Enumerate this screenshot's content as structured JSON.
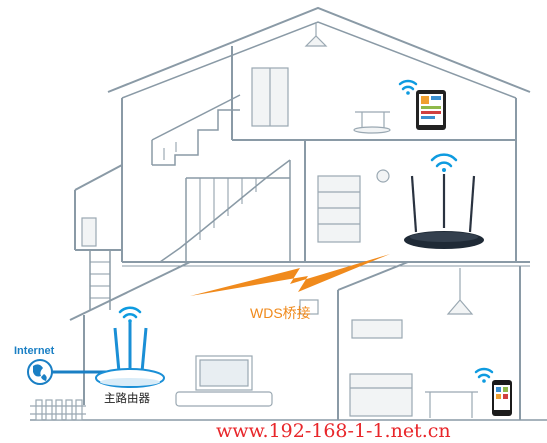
{
  "labels": {
    "internet": "Internet",
    "wds_bridge": "WDS桥接",
    "main_router": "主路由器",
    "watermark_url": "www.192-168-1-1.net.cn"
  },
  "colors": {
    "wall_line": "#8a9aa6",
    "wall_fill": "#f4f6f7",
    "wifi_blue": "#0e9be0",
    "internet_blue": "#1a7fc4",
    "bolt_orange": "#f08a1c",
    "url_red": "#e8262a",
    "router_dark": "#1f2a36"
  },
  "icons": [
    "wifi-icon",
    "globe-icon",
    "tablet-icon",
    "phone-icon",
    "lightning-bolt-icon",
    "router-icon"
  ]
}
